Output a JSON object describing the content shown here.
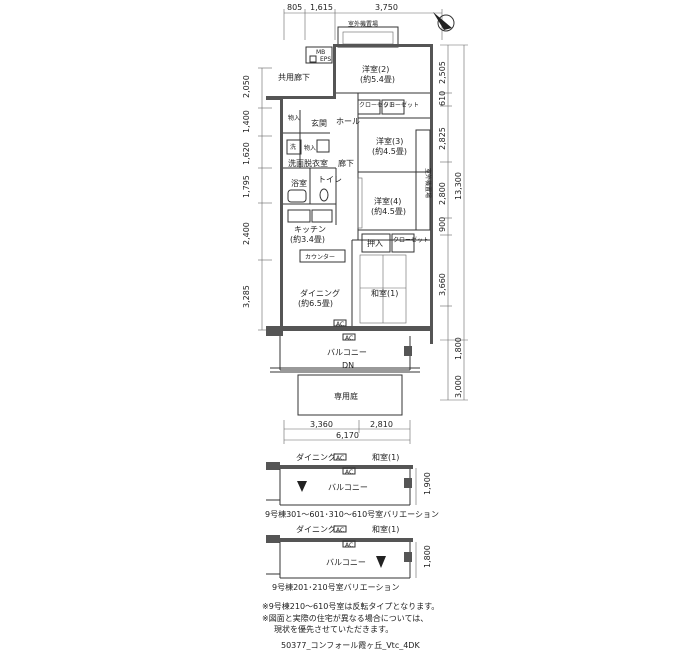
{
  "dims_top": [
    "805",
    "1,615",
    "3,750"
  ],
  "dims_left": [
    "2,050",
    "1,400",
    "1,620",
    "1,795",
    "2,400",
    "3,285"
  ],
  "dims_right": [
    "2,505",
    "610",
    "2,825",
    "2,800",
    "900",
    "3,660",
    "1,800",
    "3,000"
  ],
  "dim_right_total": "13,300",
  "dims_bottom": [
    "3,360",
    "2,810"
  ],
  "dim_bottom_total": "6,170",
  "rooms": {
    "outdoor_unit_top": "室外機置場",
    "outdoor_unit_right": "室外機置場",
    "shared_corridor": "共用廊下",
    "mb_eps": "MB\nEPS",
    "mb": "MB",
    "eps": "EPS",
    "western2": "洋室(2)",
    "western2_area": "(約5.4畳)",
    "closet1": "クロー\nゼット",
    "closet2": "クロー\nゼット",
    "closet3": "クロー\nゼット",
    "storage": "物入",
    "entrance": "玄関",
    "hall": "ホール",
    "western3": "洋室(3)",
    "western3_area": "(約4.5畳)",
    "wash": "洗",
    "storage_small": "物入",
    "washroom": "洗面脱衣室",
    "corridor": "廊下",
    "bath": "浴室",
    "toilet": "トイレ",
    "western4": "洋室(4)",
    "western4_area": "(約4.5畳)",
    "kitchen": "キッチン",
    "kitchen_area": "(約3.4畳)",
    "oshiire": "押入",
    "counter": "カウンター",
    "dining": "ダイニング",
    "dining_area": "(約6.5畳)",
    "washitsu": "和室(1)",
    "ac": "AC",
    "balcony": "バルコニー",
    "dn": "DN",
    "private_garden": "専用庭"
  },
  "variation1": {
    "dining": "ダイニング",
    "washitsu": "和室(1)",
    "ac": "AC",
    "balcony": "バルコニー",
    "dim": "1,900",
    "caption": "9号棟301～601･310～610号室バリエーション"
  },
  "variation2": {
    "dining": "ダイニング",
    "washitsu": "和室(1)",
    "ac": "AC",
    "balcony": "バルコニー",
    "dim": "1,800",
    "caption": "9号棟201･210号室バリエーション"
  },
  "notes": [
    "※9号棟210～610号室は反転タイプとなります。",
    "※図面と実際の住宅が異なる場合については、",
    "現状を優先させていただきます。"
  ],
  "footer": "50377_コンフォール霞ヶ丘_Vtc_4DK"
}
